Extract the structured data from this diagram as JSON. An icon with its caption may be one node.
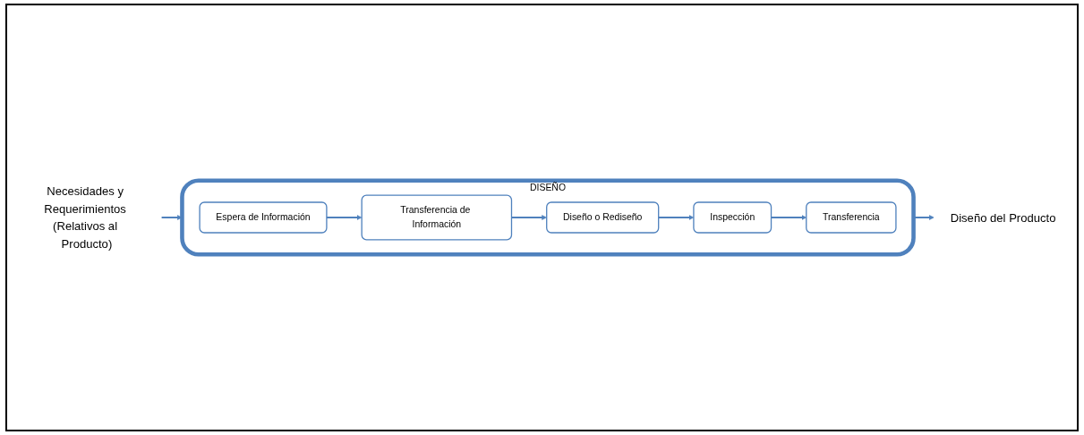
{
  "diagram": {
    "nodes": [
      {
        "text": [
          "Necesidades y Requerimientos (Relativos al Producto)"
        ]
      },
      {
        "text": [
          "DISEÑO"
        ]
      },
      {
        "text": [
          "Espera de Información"
        ],
        "in": 1
      },
      {
        "text": [
          "Transferencia de Información"
        ],
        "in": 1
      },
      {
        "text": [
          "Diseño o Rediseño"
        ],
        "in": 1
      },
      {
        "text": [
          "Inspección"
        ],
        "in": 1
      },
      {
        "text": [
          "Transferencia"
        ],
        "in": 1
      },
      {
        "text": [
          "Diseño del Producto"
        ]
      }
    ],
    "edges": [
      {
        "from": 0,
        "to": 1,
        "arrow": "to"
      },
      {
        "from": 2,
        "to": 3,
        "arrow": "to"
      },
      {
        "from": 3,
        "to": 4,
        "arrow": "to"
      },
      {
        "from": 4,
        "to": 5,
        "arrow": "to"
      },
      {
        "from": 5,
        "to": 6,
        "arrow": "to"
      },
      {
        "from": 1,
        "to": 7,
        "arrow": "to"
      }
    ]
  }
}
